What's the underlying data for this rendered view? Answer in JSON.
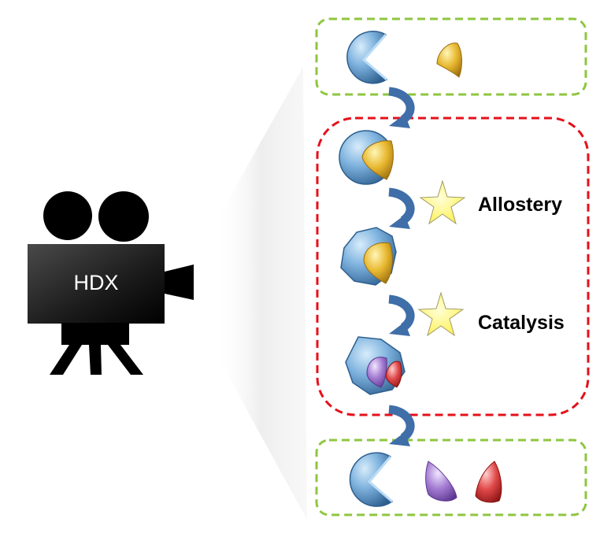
{
  "camera": {
    "label": "HDX",
    "icon": "movie-camera-icon"
  },
  "steps": [
    {
      "id": "free-enzyme-and-substrate",
      "box": "green-dashed"
    },
    {
      "id": "enzyme-substrate-complex",
      "box": "red-dashed"
    },
    {
      "id": "conformational-change",
      "label": "Allostery",
      "marker": "star-icon"
    },
    {
      "id": "catalysis-state",
      "label": "Catalysis",
      "marker": "star-icon"
    },
    {
      "id": "enzyme-and-products",
      "box": "green-dashed"
    }
  ],
  "colors": {
    "green_box": "#8ec63f",
    "red_box": "#e5101a",
    "arrow": "#3f6ea8",
    "enzyme": "#5b9bd5",
    "substrate": "#e8b830",
    "product_purple": "#9b70c8",
    "product_red": "#d84040",
    "star": "#fff060"
  }
}
